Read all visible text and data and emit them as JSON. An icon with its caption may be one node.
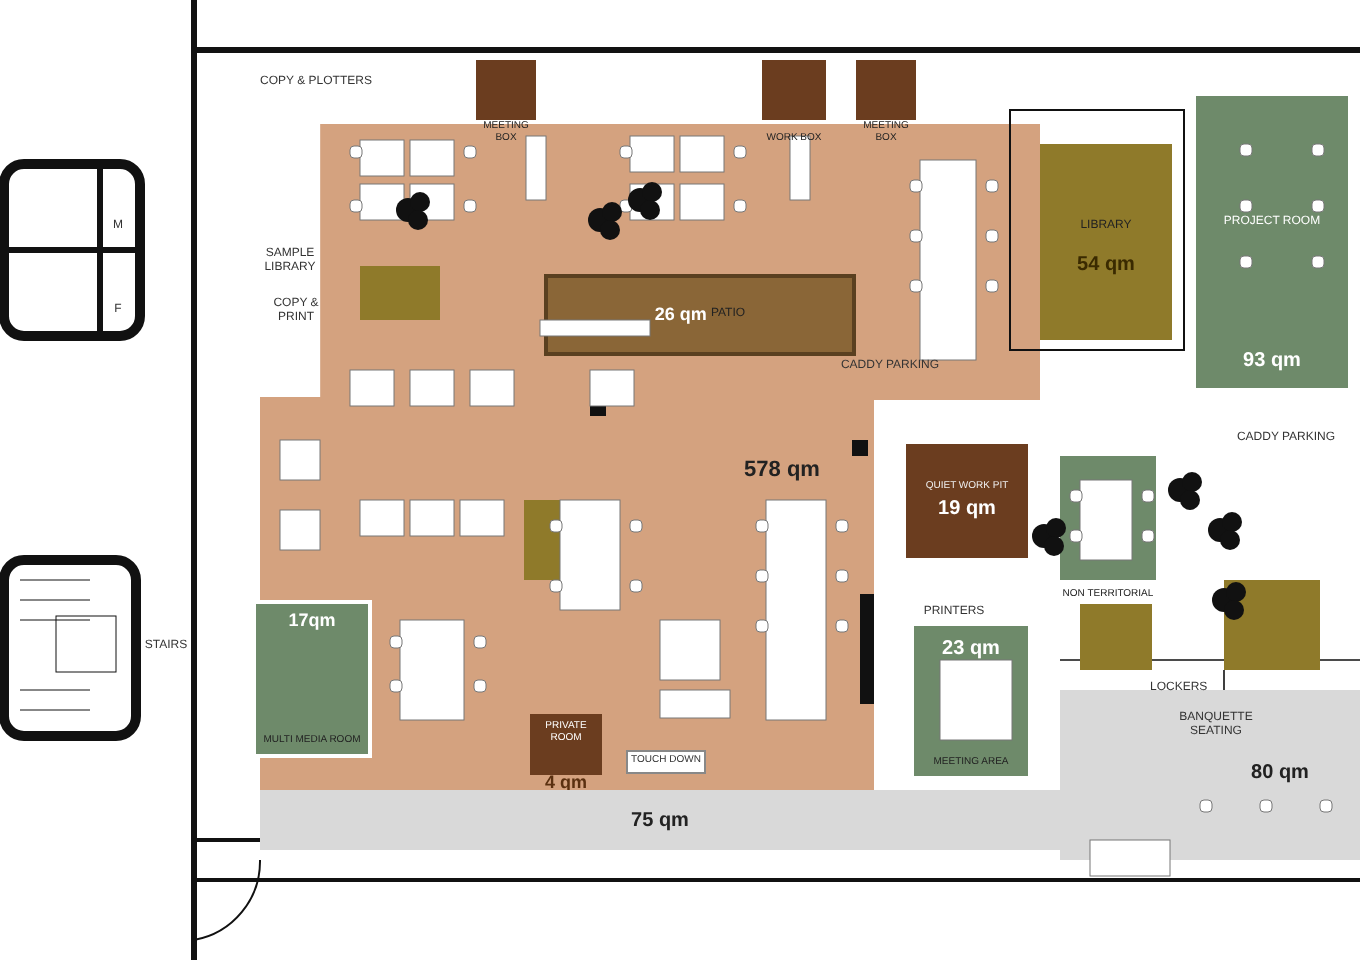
{
  "diagram": {
    "nodes": [
      {
        "text": [
          "578 qm"
        ]
      },
      {
        "text": [
          "26 qm",
          "PATIO"
        ],
        "in": 0
      },
      {
        "text": [
          "MEETING BOX"
        ]
      },
      {
        "text": [
          "WORK BOX"
        ]
      },
      {
        "text": [
          "MEETING BOX"
        ]
      },
      {
        "text": [
          "LIBRARY",
          "54 qm"
        ]
      },
      {
        "text": [
          "PROJECT ROOM",
          "93 qm"
        ]
      },
      {
        "text": [
          "QUIET WORK PIT",
          "19 qm"
        ]
      },
      {
        "text": [
          "NON TERRITORIAL"
        ]
      },
      {
        "text": [
          "23 qm",
          "MEETING AREA"
        ]
      },
      {
        "text": [
          "17qm",
          "MULTI MEDIA ROOM"
        ]
      },
      {
        "text": [
          "PRIVATE ROOM",
          "4 qm"
        ],
        "in": 0
      },
      {
        "text": [
          "TOUCH DOWN"
        ],
        "in": 0
      },
      {
        "text": [
          "75 qm"
        ]
      },
      {
        "text": [
          "80 qm"
        ]
      }
    ],
    "labels": [
      "COPY & PLOTTERS",
      "SAMPLE LIBRARY",
      "COPY & PRINT",
      "CADDY PARKING",
      "CADDY PARKING",
      "STAIRS",
      "M",
      "F",
      "PRINTERS",
      "LOCKERS",
      "BANQUETTE SEATING"
    ]
  }
}
